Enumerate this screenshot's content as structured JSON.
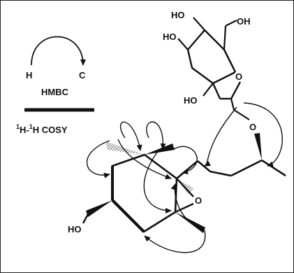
{
  "legend": {
    "hmbc_from": "H",
    "hmbc_to": "C",
    "hmbc_label": "HMBC",
    "cosy_label_parts": [
      "1",
      "H-",
      "1",
      "H COSY"
    ]
  },
  "sugar": {
    "oh_top_left": "HO",
    "oh_top_right": "OH",
    "oh_mid_left": "HO",
    "oh_lower_left": "HO",
    "ring_oxygen": "O",
    "glycosidic_oxygen": "O"
  },
  "aglycone": {
    "epoxide_oxygen": "O",
    "hydroxyl": "HO"
  },
  "colors": {
    "ink": "#111111",
    "background": "#ffffff",
    "frame": "#222222"
  }
}
